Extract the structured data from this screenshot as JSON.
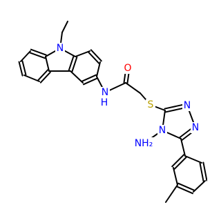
{
  "colors": {
    "background": "#ffffff",
    "bond": "#000000",
    "nitrogen": "#0000ff",
    "oxygen": "#ff0000",
    "sulfur": "#b8a000"
  },
  "atoms": {
    "n_carbazole": "N",
    "n_amide": "N",
    "h_amide": "H",
    "o_carbonyl": "O",
    "s_thioether": "S",
    "n_triazole_top": "N",
    "n_triazole_right": "N",
    "n_triazole_ring": "N",
    "nh2_amino": "NH₂"
  }
}
